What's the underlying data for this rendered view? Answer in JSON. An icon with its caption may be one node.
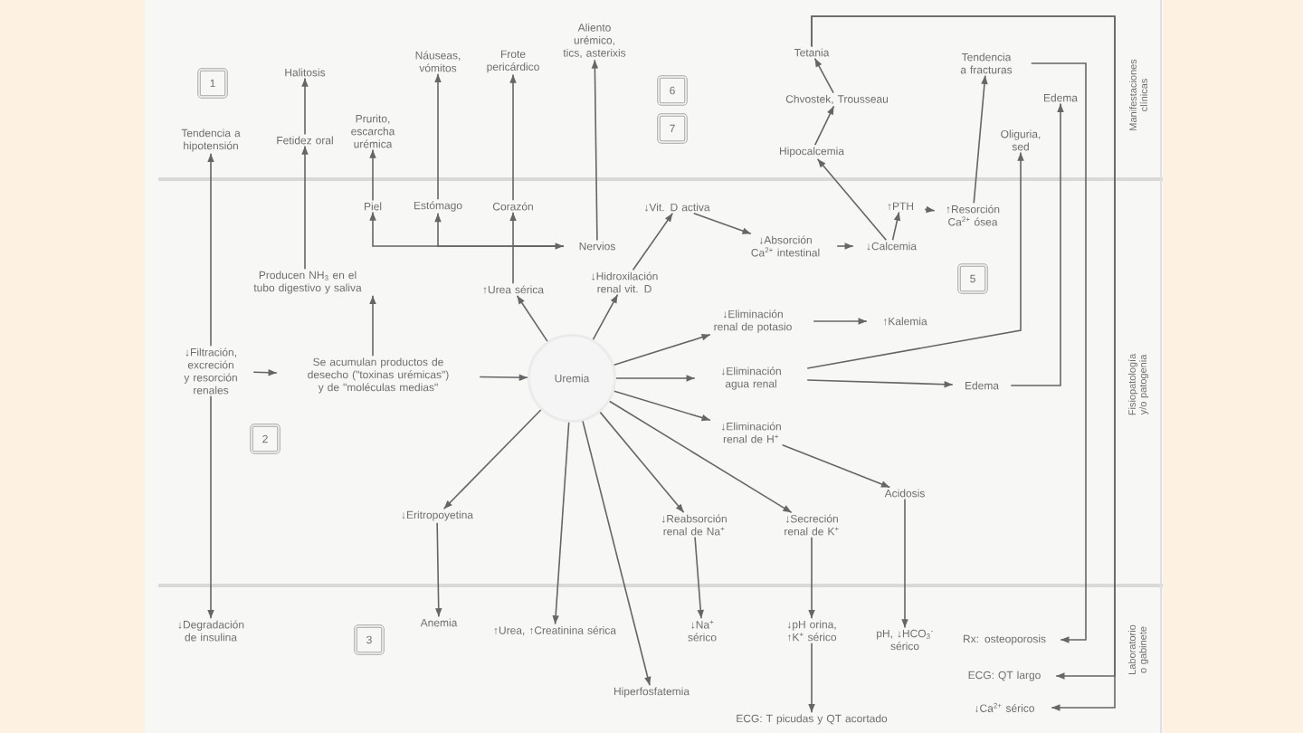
{
  "diagram": {
    "nodes": [
      {
        "text": [
          "1"
        ]
      },
      {
        "text": [
          "Tendencia a hipotensión"
        ]
      },
      {
        "text": [
          "Halitosis"
        ]
      },
      {
        "text": [
          "Fetidez oral"
        ]
      },
      {
        "text": [
          "Prurito, escarcha urémica"
        ]
      },
      {
        "text": [
          "Náuseas, vómitos"
        ]
      },
      {
        "text": [
          "Frote pericárdico"
        ]
      },
      {
        "text": [
          "Aliento urémico, tics, asterixis"
        ]
      },
      {
        "text": [
          "6"
        ]
      },
      {
        "text": [
          "7"
        ]
      },
      {
        "text": [
          "Tetania"
        ]
      },
      {
        "text": [
          "Chvostek, Trousseau"
        ]
      },
      {
        "text": [
          "Hipocalcemia"
        ]
      },
      {
        "text": [
          "Tendencia a fracturas"
        ]
      },
      {
        "text": [
          "Edema"
        ]
      },
      {
        "text": [
          "Oliguria, sed"
        ]
      },
      {
        "text": [
          "Piel"
        ]
      },
      {
        "text": [
          "Estómago"
        ]
      },
      {
        "text": [
          "Corazón"
        ]
      },
      {
        "text": [
          "Nervios"
        ]
      },
      {
        "text": [
          "↓Vit. D activa"
        ]
      },
      {
        "text": [
          "↓Absorción Ca$^{2+}$ intestinal"
        ]
      },
      {
        "text": [
          "↓Calcemia"
        ]
      },
      {
        "text": [
          "↑PTH"
        ]
      },
      {
        "text": [
          "↑Resorción Ca$^{2+}$ ósea"
        ]
      },
      {
        "text": [
          "5"
        ]
      },
      {
        "text": [
          "Producen NH$_{3}$ en el tubo digestivo y saliva"
        ]
      },
      {
        "text": [
          "↑Urea sérica"
        ]
      },
      {
        "text": [
          "↓Hidroxilación renal vit. D"
        ]
      },
      {
        "text": [
          "↓Filtración, excreción y resorción renales"
        ]
      },
      {
        "text": [
          "Se acumulan productos de desecho (\"toxinas urémicas\") y de \"moléculas medias\""
        ]
      },
      {
        "text": [
          "Uremia"
        ]
      },
      {
        "text": [
          "↓Eliminación renal de potasio"
        ]
      },
      {
        "text": [
          "↑Kalemia"
        ]
      },
      {
        "text": [
          "↓Eliminación agua renal"
        ]
      },
      {
        "text": [
          "Edema"
        ]
      },
      {
        "text": [
          "↓Eliminación renal de H$^{+}$"
        ]
      },
      {
        "text": [
          "Acidosis"
        ]
      },
      {
        "text": [
          "2"
        ]
      },
      {
        "text": [
          "↓Eritropoyetina"
        ]
      },
      {
        "text": [
          "↓Reabsorción renal de Na$^{+}$"
        ]
      },
      {
        "text": [
          "↓Secreción renal de K$^{+}$"
        ]
      },
      {
        "text": [
          "↓Degradación de insulina"
        ]
      },
      {
        "text": [
          "3"
        ]
      },
      {
        "text": [
          "Anemia"
        ]
      },
      {
        "text": [
          "↑Urea, ↑Creatinina sérica"
        ]
      },
      {
        "text": [
          "Hiperfosfatemia"
        ]
      },
      {
        "text": [
          "↓Na$^{+}$ sérico"
        ]
      },
      {
        "text": [
          "↓pH orina, ↑K$^{+}$ sérico"
        ]
      },
      {
        "text": [
          "pH, ↓HCO$_{3}$$^{-}$ sérico"
        ]
      },
      {
        "text": [
          "ECG: T picudas y QT acortado"
        ]
      },
      {
        "text": [
          "Rx: osteoporosis"
        ]
      },
      {
        "text": [
          "ECG: QT largo"
        ]
      },
      {
        "text": [
          "↓Ca$^{2+}$ sérico"
        ]
      }
    ],
    "edges": [
      {
        "from": 29,
        "to": 1,
        "arrow": "to"
      },
      {
        "from": 29,
        "to": 42,
        "arrow": "to"
      },
      {
        "from": 29,
        "to": 30,
        "arrow": "to"
      },
      {
        "from": 30,
        "to": 31,
        "arrow": "to"
      },
      {
        "from": 26,
        "to": 3,
        "arrow": "to"
      },
      {
        "from": 3,
        "to": 2,
        "arrow": "to"
      },
      {
        "from": 30,
        "to": 26,
        "arrow": "to"
      },
      {
        "from": 16,
        "to": 4,
        "arrow": "to"
      },
      {
        "from": 19,
        "to": 16,
        "arrow": "to"
      },
      {
        "from": 19,
        "to": 17,
        "arrow": "to"
      },
      {
        "from": 19,
        "to": 18,
        "arrow": "to"
      },
      {
        "from": 17,
        "to": 5,
        "arrow": "to"
      },
      {
        "from": 18,
        "to": 6,
        "arrow": "to"
      },
      {
        "from": 19,
        "to": 7,
        "arrow": "to"
      },
      {
        "from": 27,
        "to": 19,
        "arrow": "to"
      },
      {
        "from": 31,
        "to": 27,
        "arrow": "to"
      },
      {
        "from": 31,
        "to": 28,
        "arrow": "to"
      },
      {
        "from": 28,
        "to": 20,
        "arrow": "to"
      },
      {
        "from": 20,
        "to": 21,
        "arrow": "to"
      },
      {
        "from": 21,
        "to": 22,
        "arrow": "to"
      },
      {
        "from": 22,
        "to": 12,
        "arrow": "to"
      },
      {
        "from": 22,
        "to": 23,
        "arrow": "to"
      },
      {
        "from": 23,
        "to": 24,
        "arrow": "to"
      },
      {
        "from": 24,
        "to": 13,
        "arrow": "to"
      },
      {
        "from": 34,
        "to": 15,
        "arrow": "to"
      },
      {
        "from": 12,
        "to": 11,
        "arrow": "to"
      },
      {
        "from": 11,
        "to": 10,
        "arrow": "to"
      },
      {
        "from": 10,
        "to": 52,
        "arrow": "to"
      },
      {
        "from": 10,
        "to": 53,
        "arrow": "to"
      },
      {
        "from": 13,
        "to": 51,
        "arrow": "to"
      },
      {
        "from": 34,
        "to": 35,
        "arrow": "to"
      },
      {
        "from": 35,
        "to": 14,
        "arrow": "to"
      },
      {
        "from": 31,
        "to": 32,
        "arrow": "to"
      },
      {
        "from": 32,
        "to": 33,
        "arrow": "to"
      },
      {
        "from": 31,
        "to": 34,
        "arrow": "to"
      },
      {
        "from": 31,
        "to": 36,
        "arrow": "to"
      },
      {
        "from": 36,
        "to": 37,
        "arrow": "to"
      },
      {
        "from": 37,
        "to": 49,
        "arrow": "to"
      },
      {
        "from": 31,
        "to": 39,
        "arrow": "to"
      },
      {
        "from": 31,
        "to": 45,
        "arrow": "to"
      },
      {
        "from": 31,
        "to": 46,
        "arrow": "to"
      },
      {
        "from": 31,
        "to": 40,
        "arrow": "to"
      },
      {
        "from": 31,
        "to": 41,
        "arrow": "to"
      },
      {
        "from": 40,
        "to": 47,
        "arrow": "to"
      },
      {
        "from": 41,
        "to": 48,
        "arrow": "to"
      },
      {
        "from": 48,
        "to": 50,
        "arrow": "to"
      },
      {
        "from": 39,
        "to": 44,
        "arrow": "to"
      }
    ],
    "labels": [
      "Manifestaciones clínicas",
      "Fisiopatología y/o patogenia",
      "Laboratorio o gabinete"
    ]
  }
}
